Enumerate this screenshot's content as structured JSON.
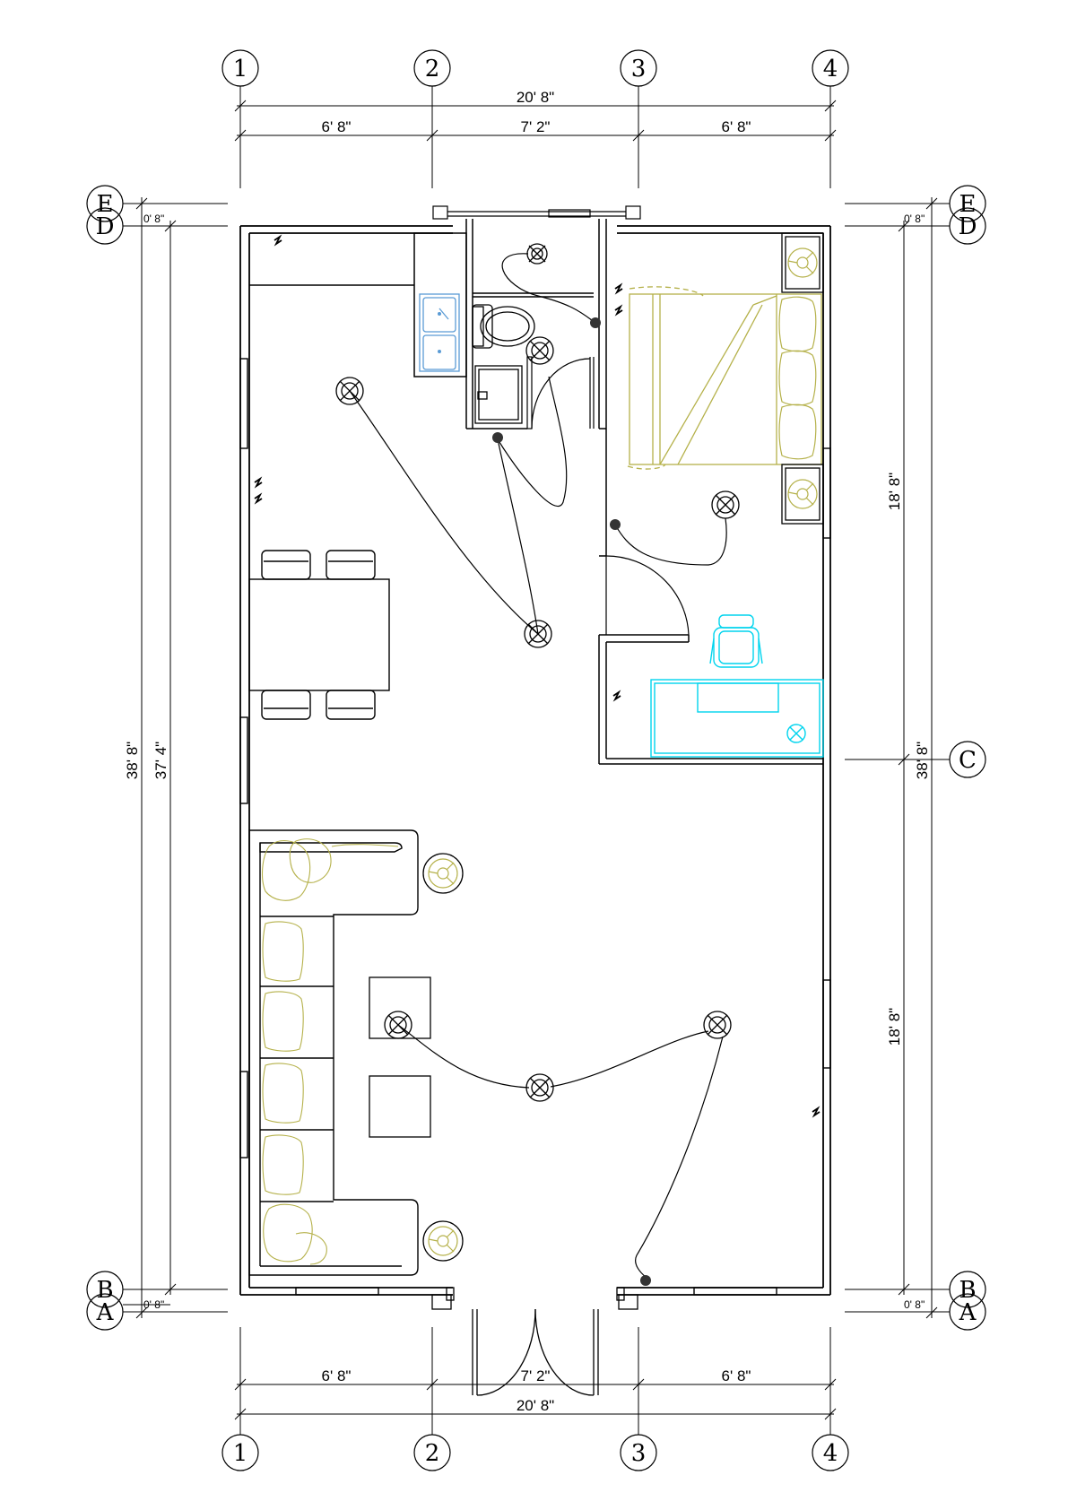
{
  "grid_columns": [
    "1",
    "2",
    "3",
    "4"
  ],
  "grid_rows_left": [
    "E",
    "D",
    "B",
    "A"
  ],
  "grid_rows_right": [
    "E",
    "D",
    "C",
    "B",
    "A"
  ],
  "top_dimensions": {
    "overall": "20' 8\"",
    "bay1": "6' 8\"",
    "bay2": "7' 2\"",
    "bay3": "6' 8\""
  },
  "bottom_dimensions": {
    "overall": "20' 8\"",
    "bay1": "6' 8\"",
    "bay2": "7' 2\"",
    "bay3": "6' 8\""
  },
  "left_dimensions": {
    "outer": "38' 8\"",
    "inner": "37' 4\"",
    "top_offset": "0' 8\"",
    "bottom_offset": "0' 8\""
  },
  "right_dimensions": {
    "overall": "38' 8\"",
    "upper": "18' 8\"",
    "lower": "18' 8\"",
    "top_offset": "0' 8\"",
    "bottom_offset": "0' 8\""
  },
  "colors": {
    "line": "#000000",
    "furniture": "#b5b14a",
    "desk": "#00d4ee",
    "sink": "#5a9bd5"
  }
}
